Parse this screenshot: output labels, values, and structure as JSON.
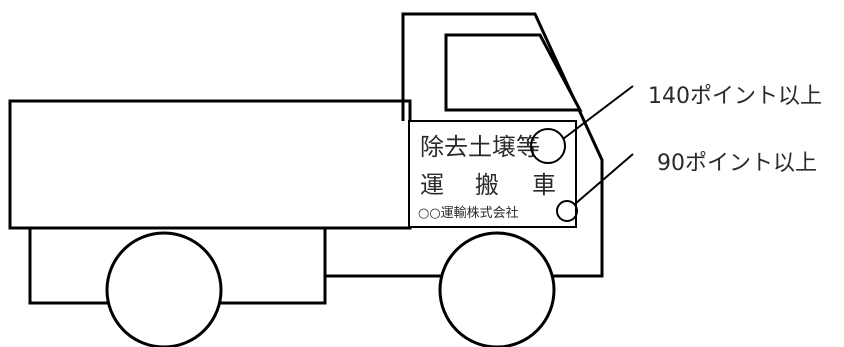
{
  "sign": {
    "line1": "除去土壌等",
    "line2_chars": [
      "運",
      "搬",
      "車"
    ],
    "line3": "○○運輸株式会社"
  },
  "annotations": {
    "large": "140ポイント以上",
    "small": "90ポイント以上"
  }
}
